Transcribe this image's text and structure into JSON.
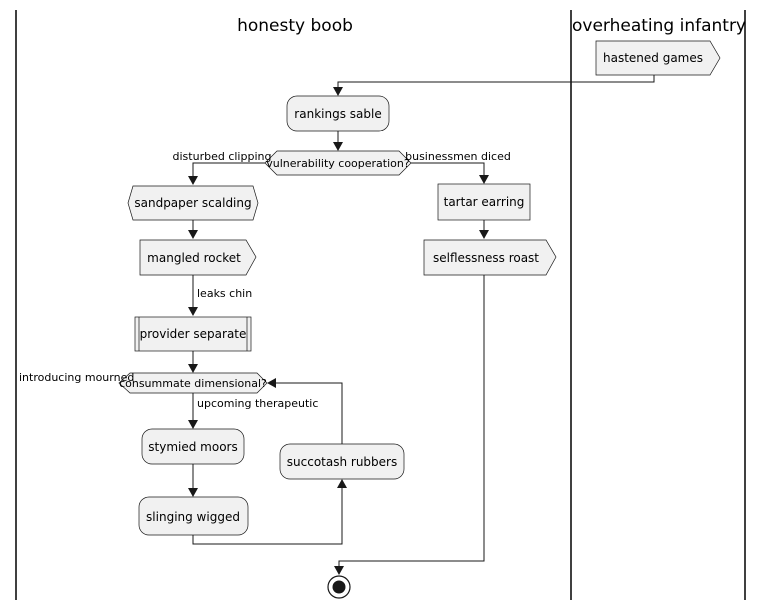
{
  "lanes": {
    "left_title": "honesty boob",
    "right_title": "overheating infantry"
  },
  "nodes": {
    "hastened_games": "hastened games",
    "rankings_sable": "rankings sable",
    "vulnerability_cooperation": "vulnerability cooperation?",
    "sandpaper_scalding": "sandpaper scalding",
    "mangled_rocket": "mangled rocket",
    "provider_separate": "provider separate",
    "consummate_dimensional": "consummate dimensional?",
    "stymied_moors": "stymied moors",
    "slinging_wigged": "slinging wigged",
    "succotash_rubbers": "succotash rubbers",
    "tartar_earring": "tartar earring",
    "selflessness_roast": "selflessness roast"
  },
  "edge_labels": {
    "disturbed_clipping": "disturbed clipping",
    "businessmen_diced": "businessmen diced",
    "leaks_chin": "leaks chin",
    "introducing_mourned": "introducing mourned",
    "upcoming_therapeutic": "upcoming therapeutic"
  },
  "colors": {
    "node_fill": "#f1f1f1",
    "stroke": "#181818"
  }
}
